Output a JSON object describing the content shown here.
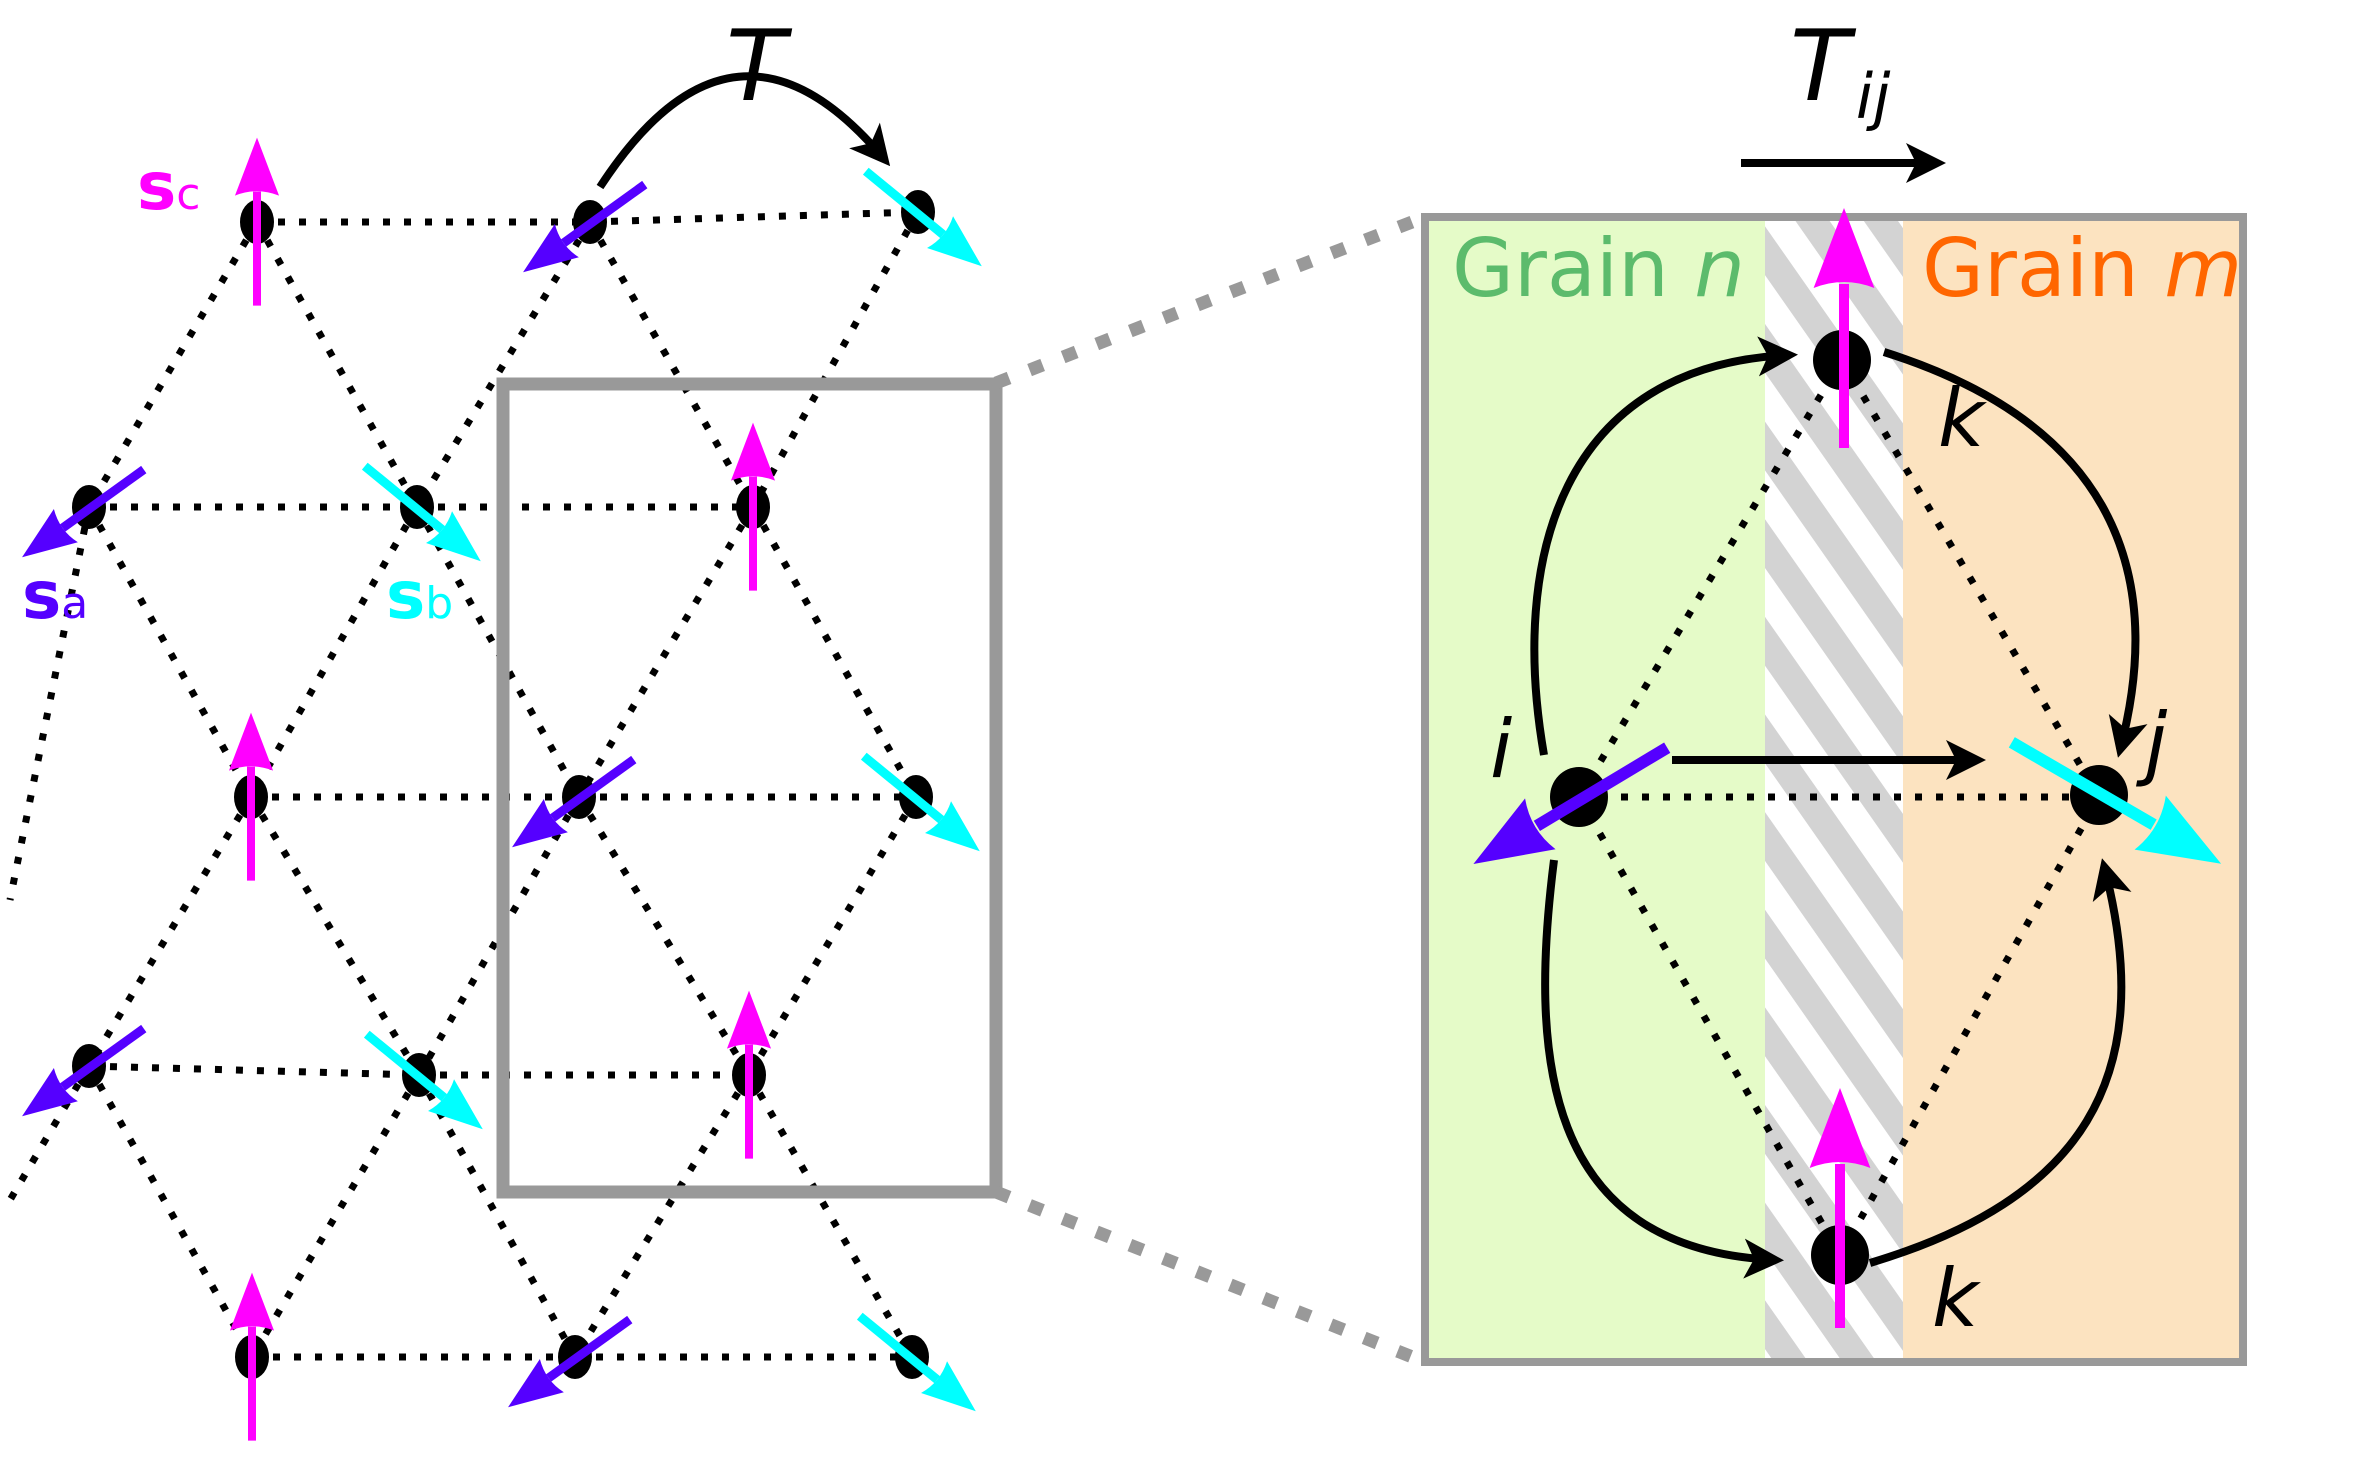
{
  "labels": {
    "hopping": "T",
    "hopping_ij_main": "T",
    "hopping_ij_sub": "ij",
    "spin_a_main": "s",
    "spin_a_sub": "a",
    "spin_b_main": "s",
    "spin_b_sub": "b",
    "spin_c_main": "s",
    "spin_c_sub": "c",
    "grain_n_prefix": "Grain ",
    "grain_n_var": "n",
    "grain_m_prefix": "Grain ",
    "grain_m_var": "m",
    "site_i": "i",
    "site_j": "j",
    "site_k_top": "k",
    "site_k_bottom": "k"
  },
  "colors": {
    "spin_a": "#5500ff",
    "spin_b": "#00ffff",
    "spin_c": "#ff00ff",
    "grain_n_text": "#5cbb6c",
    "grain_m_text": "#ff6600",
    "grain_n_fill": "#e5fbc8",
    "grain_m_fill": "#fce3c0",
    "boundary_stripe": "#d3d3d3",
    "frame": "#999999"
  },
  "lattice": {
    "sublattice_order": [
      "c",
      "a",
      "b"
    ],
    "rows": [
      [
        "c",
        "a",
        "b"
      ],
      [
        "a",
        "b",
        "c"
      ],
      [
        "c",
        "a",
        "b"
      ],
      [
        "a",
        "b",
        "c"
      ],
      [
        "c",
        "a",
        "b"
      ]
    ]
  },
  "zoom_panel": {
    "regions": [
      "Grain n",
      "grain boundary",
      "Grain m"
    ],
    "sites": [
      {
        "name": "i",
        "sublattice": "a"
      },
      {
        "name": "j",
        "sublattice": "b"
      },
      {
        "name": "k",
        "sublattice": "c",
        "position": "top"
      },
      {
        "name": "k",
        "sublattice": "c",
        "position": "bottom"
      }
    ],
    "paths": [
      "i -> j (direct)",
      "i -> k(top) -> j",
      "i -> k(bottom) -> j"
    ]
  }
}
